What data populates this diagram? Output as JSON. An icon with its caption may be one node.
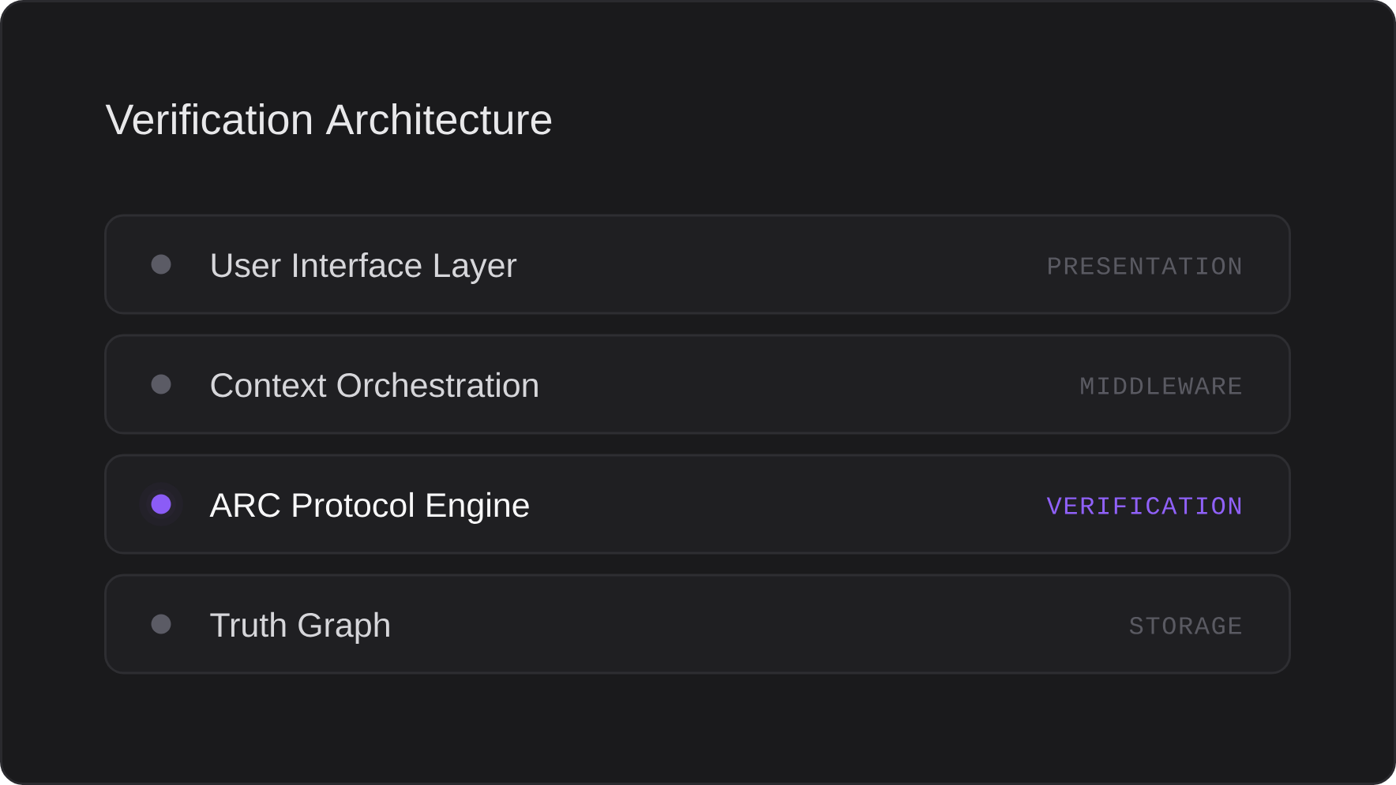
{
  "diagram": {
    "title": "Verification Architecture",
    "nodes": [
      {
        "text": [
          "User Interface Layer",
          "PRESENTATION"
        ]
      },
      {
        "text": [
          "Context Orchestration",
          "MIDDLEWARE"
        ]
      },
      {
        "text": [
          "ARC Protocol Engine",
          "VERIFICATION"
        ]
      },
      {
        "text": [
          "Truth Graph",
          "STORAGE"
        ]
      }
    ]
  }
}
